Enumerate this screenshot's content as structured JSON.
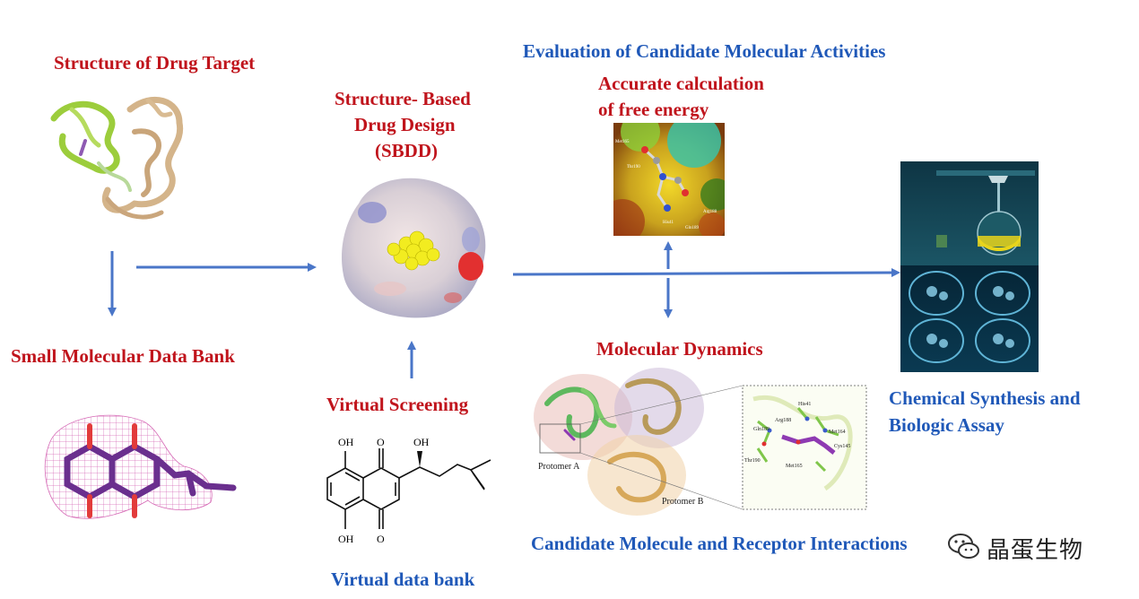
{
  "labels": {
    "structure_target": "Structure of Drug Target",
    "small_molecular": "Small Molecular Data Bank",
    "sbdd_line1": "Structure- Based",
    "sbdd_line2": "Drug Design",
    "sbdd_line3": "(SBDD)",
    "virtual_screening": "Virtual Screening",
    "virtual_bank": "Virtual data bank",
    "evaluation": "Evaluation of Candidate Molecular Activities",
    "free_energy_line1": "Accurate calculation",
    "free_energy_line2": "of free energy",
    "molecular_dynamics": "Molecular Dynamics",
    "interaction": "Candidate Molecule and Receptor Interactions",
    "synthesis_line1": "Chemical Synthesis and",
    "synthesis_line2": "Biologic Assay"
  },
  "molecule_labels": {
    "oh": "OH",
    "o": "O"
  },
  "md_labels": {
    "protomer_a": "Protomer A",
    "protomer_b": "Protomer B",
    "residues": [
      "His41",
      "Arg188",
      "Gln189",
      "Met164",
      "Cys145",
      "Thr190",
      "Met165"
    ]
  },
  "fe_labels": [
    "Met165",
    "Thr190",
    "Arg188",
    "His41",
    "Gln189"
  ],
  "watermark": "晶蛋生物",
  "colors": {
    "red_label": "#c0141c",
    "blue_label": "#1f58b8",
    "arrow": "#4a76c8"
  }
}
